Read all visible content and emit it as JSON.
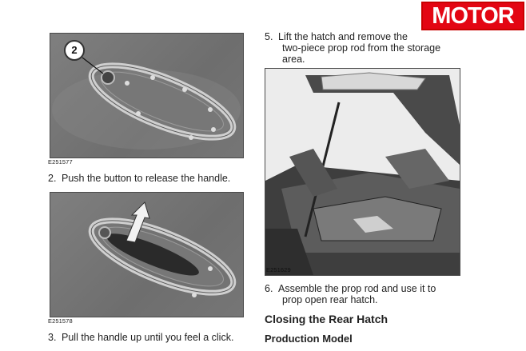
{
  "logo": {
    "text": "MOTOR"
  },
  "figure1": {
    "callout": "2",
    "code": "E251577"
  },
  "step2": {
    "number": "2.",
    "text": "Push the button to release the handle."
  },
  "figure2": {
    "code": "E251578"
  },
  "step3": {
    "number": "3.",
    "text": "Pull the handle up until you feel a click."
  },
  "step5": {
    "number": "5.",
    "line1": "Lift the hatch and remove the",
    "line2": "two-piece prop rod from the storage",
    "line3": "area."
  },
  "figure3": {
    "code": "E251629"
  },
  "step6": {
    "number": "6.",
    "line1": "Assemble the prop rod and use it to",
    "line2": "prop open rear hatch."
  },
  "section": {
    "title": "Closing the Rear Hatch",
    "subtitle": "Production Model"
  }
}
